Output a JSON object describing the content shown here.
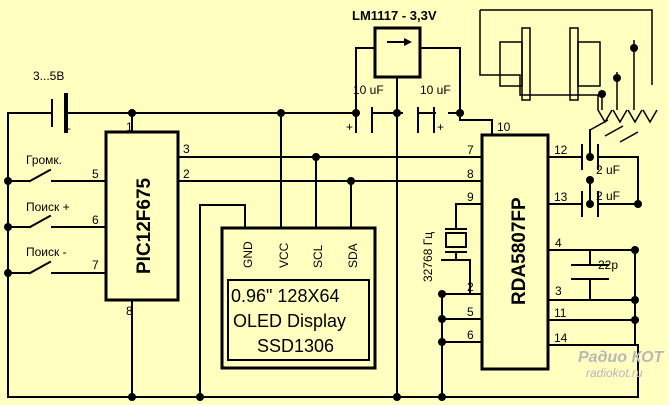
{
  "regulator": {
    "name": "LM1117 - 3,3V"
  },
  "battery": {
    "voltage": "3...5В",
    "plus": "+"
  },
  "mcu": {
    "name": "PIC12F675",
    "pins": {
      "p1": "1",
      "p2": "2",
      "p3": "3",
      "p5": "5",
      "p6": "6",
      "p7": "7",
      "p8": "8"
    }
  },
  "buttons": {
    "volume": "Громк.",
    "search_up": "Поиск +",
    "search_down": "Поиск -"
  },
  "capacitors": {
    "c1": "10 uF",
    "c2": "10 uF",
    "c1_plus": "+",
    "c2_plus": "+",
    "c3": "2 uF",
    "c4": "2 uF",
    "c5": "22p"
  },
  "crystal": {
    "value": "32768 Гц"
  },
  "oled": {
    "pins": {
      "gnd": "GND",
      "vcc": "VCC",
      "scl": "SCL",
      "sda": "SDA"
    },
    "line1": "0.96\" 128X64",
    "line2": "OLED Display",
    "line3": "SSD1306"
  },
  "radio": {
    "name": "RDA5807FP",
    "pins": {
      "p2": "2",
      "p3": "3",
      "p4": "4",
      "p5": "5",
      "p6": "6",
      "p7": "7",
      "p8": "8",
      "p9": "9",
      "p10": "10",
      "p11": "11",
      "p12": "12",
      "p13": "13",
      "p14": "14"
    }
  },
  "watermark": {
    "logo": "Радио КОТ",
    "url": "radiokot.ru"
  }
}
